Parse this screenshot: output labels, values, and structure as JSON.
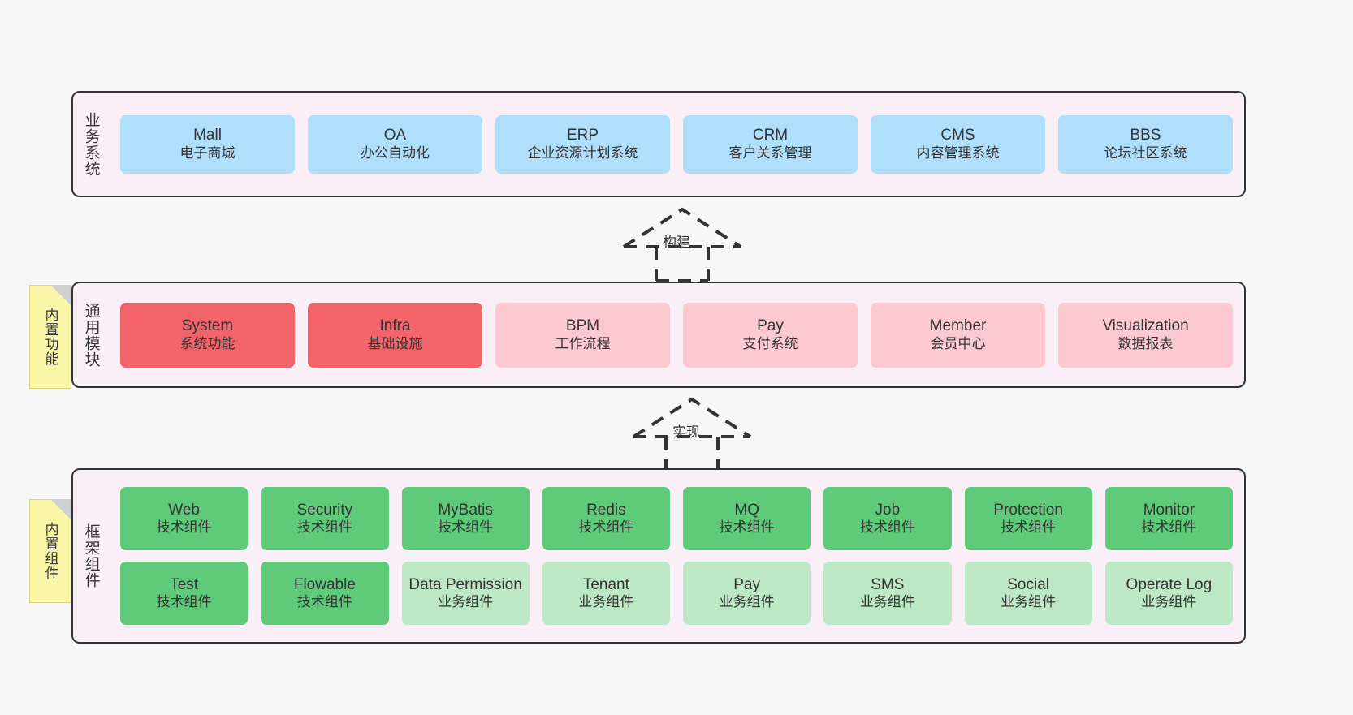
{
  "palette": {
    "canvas_bg": "#f7f7f7",
    "layer_bg": "#fbeff7",
    "layer_border": "#333333",
    "business_card": "#b0dffc",
    "module_active": "#f2646a",
    "module_inactive": "#fbc9cf",
    "tech_component": "#5fca79",
    "biz_component": "#bde8c5",
    "note_bg": "#fbf7a8",
    "text": "#333333"
  },
  "layers": {
    "business": {
      "title": "业务系统",
      "cards": [
        {
          "title_en": "Mall",
          "title_cn": "电子商城"
        },
        {
          "title_en": "OA",
          "title_cn": "办公自动化"
        },
        {
          "title_en": "ERP",
          "title_cn": "企业资源计划系统"
        },
        {
          "title_en": "CRM",
          "title_cn": "客户关系管理"
        },
        {
          "title_en": "CMS",
          "title_cn": "内容管理系统"
        },
        {
          "title_en": "BBS",
          "title_cn": "论坛社区系统"
        }
      ]
    },
    "module": {
      "title": "通用模块",
      "note": "内置功能",
      "cards": [
        {
          "title_en": "System",
          "title_cn": "系统功能",
          "variant": "active"
        },
        {
          "title_en": "Infra",
          "title_cn": "基础设施",
          "variant": "active"
        },
        {
          "title_en": "BPM",
          "title_cn": "工作流程",
          "variant": "inactive"
        },
        {
          "title_en": "Pay",
          "title_cn": "支付系统",
          "variant": "inactive"
        },
        {
          "title_en": "Member",
          "title_cn": "会员中心",
          "variant": "inactive"
        },
        {
          "title_en": "Visualization",
          "title_cn": "数据报表",
          "variant": "inactive"
        }
      ]
    },
    "framework": {
      "title": "框架组件",
      "note": "内置组件",
      "row1": [
        {
          "title_en": "Web",
          "title_cn": "技术组件",
          "variant": "tech"
        },
        {
          "title_en": "Security",
          "title_cn": "技术组件",
          "variant": "tech"
        },
        {
          "title_en": "MyBatis",
          "title_cn": "技术组件",
          "variant": "tech"
        },
        {
          "title_en": "Redis",
          "title_cn": "技术组件",
          "variant": "tech"
        },
        {
          "title_en": "MQ",
          "title_cn": "技术组件",
          "variant": "tech"
        },
        {
          "title_en": "Job",
          "title_cn": "技术组件",
          "variant": "tech"
        },
        {
          "title_en": "Protection",
          "title_cn": "技术组件",
          "variant": "tech"
        },
        {
          "title_en": "Monitor",
          "title_cn": "技术组件",
          "variant": "tech"
        }
      ],
      "row2": [
        {
          "title_en": "Test",
          "title_cn": "技术组件",
          "variant": "tech"
        },
        {
          "title_en": "Flowable",
          "title_cn": "技术组件",
          "variant": "tech"
        },
        {
          "title_en": "Data Permission",
          "title_cn": "业务组件",
          "variant": "biz"
        },
        {
          "title_en": "Tenant",
          "title_cn": "业务组件",
          "variant": "biz"
        },
        {
          "title_en": "Pay",
          "title_cn": "业务组件",
          "variant": "biz"
        },
        {
          "title_en": "SMS",
          "title_cn": "业务组件",
          "variant": "biz"
        },
        {
          "title_en": "Social",
          "title_cn": "业务组件",
          "variant": "biz"
        },
        {
          "title_en": "Operate Log",
          "title_cn": "业务组件",
          "variant": "biz"
        }
      ]
    }
  },
  "connectors": {
    "build": {
      "label": "构建"
    },
    "realize": {
      "label": "实现"
    }
  }
}
